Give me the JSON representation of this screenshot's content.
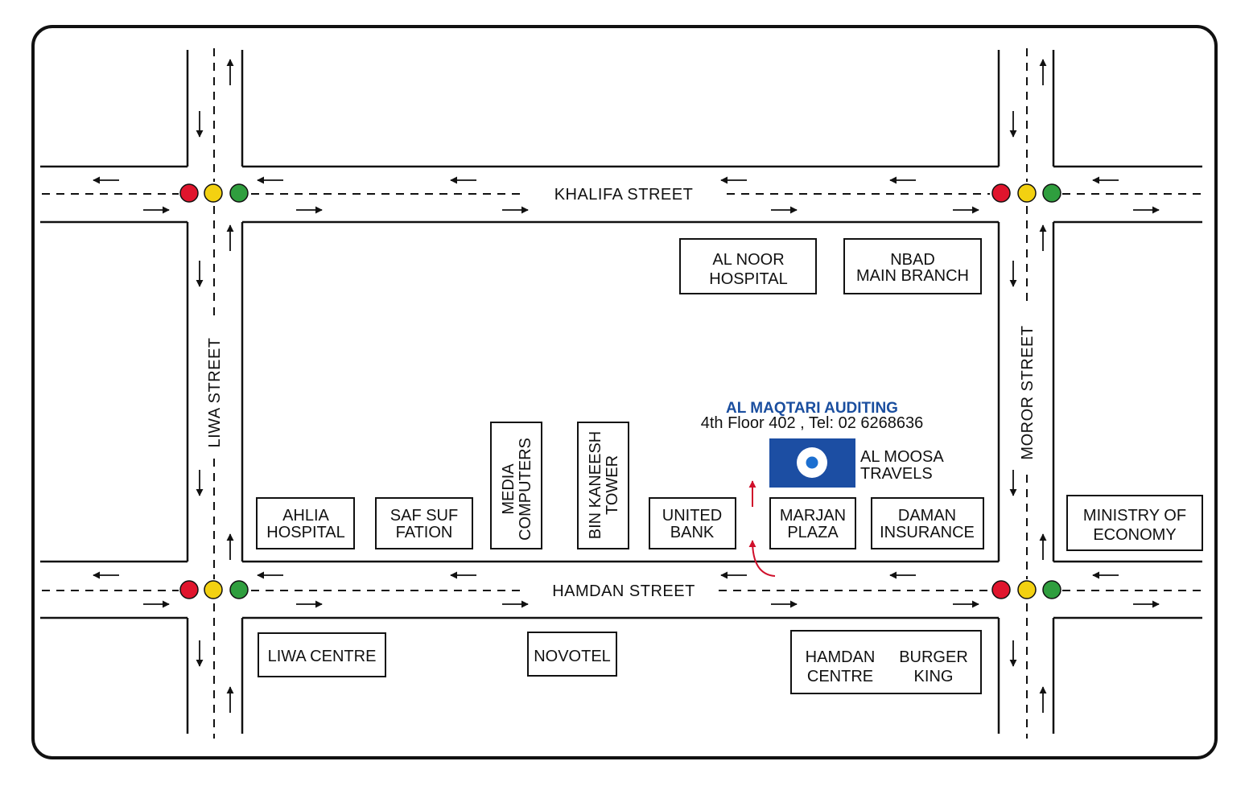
{
  "colors": {
    "frame": "#111111",
    "road_edge": "#111111",
    "accent_blue": "#1a4e9f",
    "route_red": "#d0102b",
    "light_red": "#e0152d",
    "light_yellow": "#f3d111",
    "light_green": "#2f9e3e",
    "logo_blue": "#1c4ea3"
  },
  "streets": {
    "khalifa": "KHALIFA STREET",
    "hamdan": "HAMDAN STREET",
    "liwa": "LIWA STREET",
    "moror": "MOROR STREET"
  },
  "destination": {
    "name": "AL MAQTARI AUDITING",
    "details": "4th Floor 402 , Tel: 02 6268636",
    "building_label_1": "AL MOOSA",
    "building_label_2": "TRAVELS"
  },
  "landmarks": {
    "al_noor_hospital": [
      "AL NOOR",
      "HOSPITAL"
    ],
    "nbad": [
      "NBAD",
      "MAIN BRANCH"
    ],
    "ahlia_hospital": [
      "AHLIA",
      "HOSPITAL"
    ],
    "saf_suf": [
      "SAF SUF",
      "FATION"
    ],
    "media_computers": [
      "MEDIA",
      "COMPUTERS"
    ],
    "bin_kaneesh": [
      "BIN KANEESH",
      "TOWER"
    ],
    "united_bank": [
      "UNITED",
      "BANK"
    ],
    "marjan_plaza": [
      "MARJAN",
      "PLAZA"
    ],
    "daman": [
      "DAMAN",
      "INSURANCE"
    ],
    "ministry": [
      "MINISTRY OF",
      "ECONOMY"
    ],
    "liwa_centre": "LIWA CENTRE",
    "novotel": "NOVOTEL",
    "hamdan_centre": [
      "HAMDAN",
      "CENTRE"
    ],
    "burger_king": [
      "BURGER",
      "KING"
    ]
  },
  "icons": {
    "traffic_light": "traffic-light-icon",
    "direction_arrow": "arrow-icon",
    "route_arrow": "route-arrow-icon",
    "location_marker": "location-marker-icon"
  }
}
